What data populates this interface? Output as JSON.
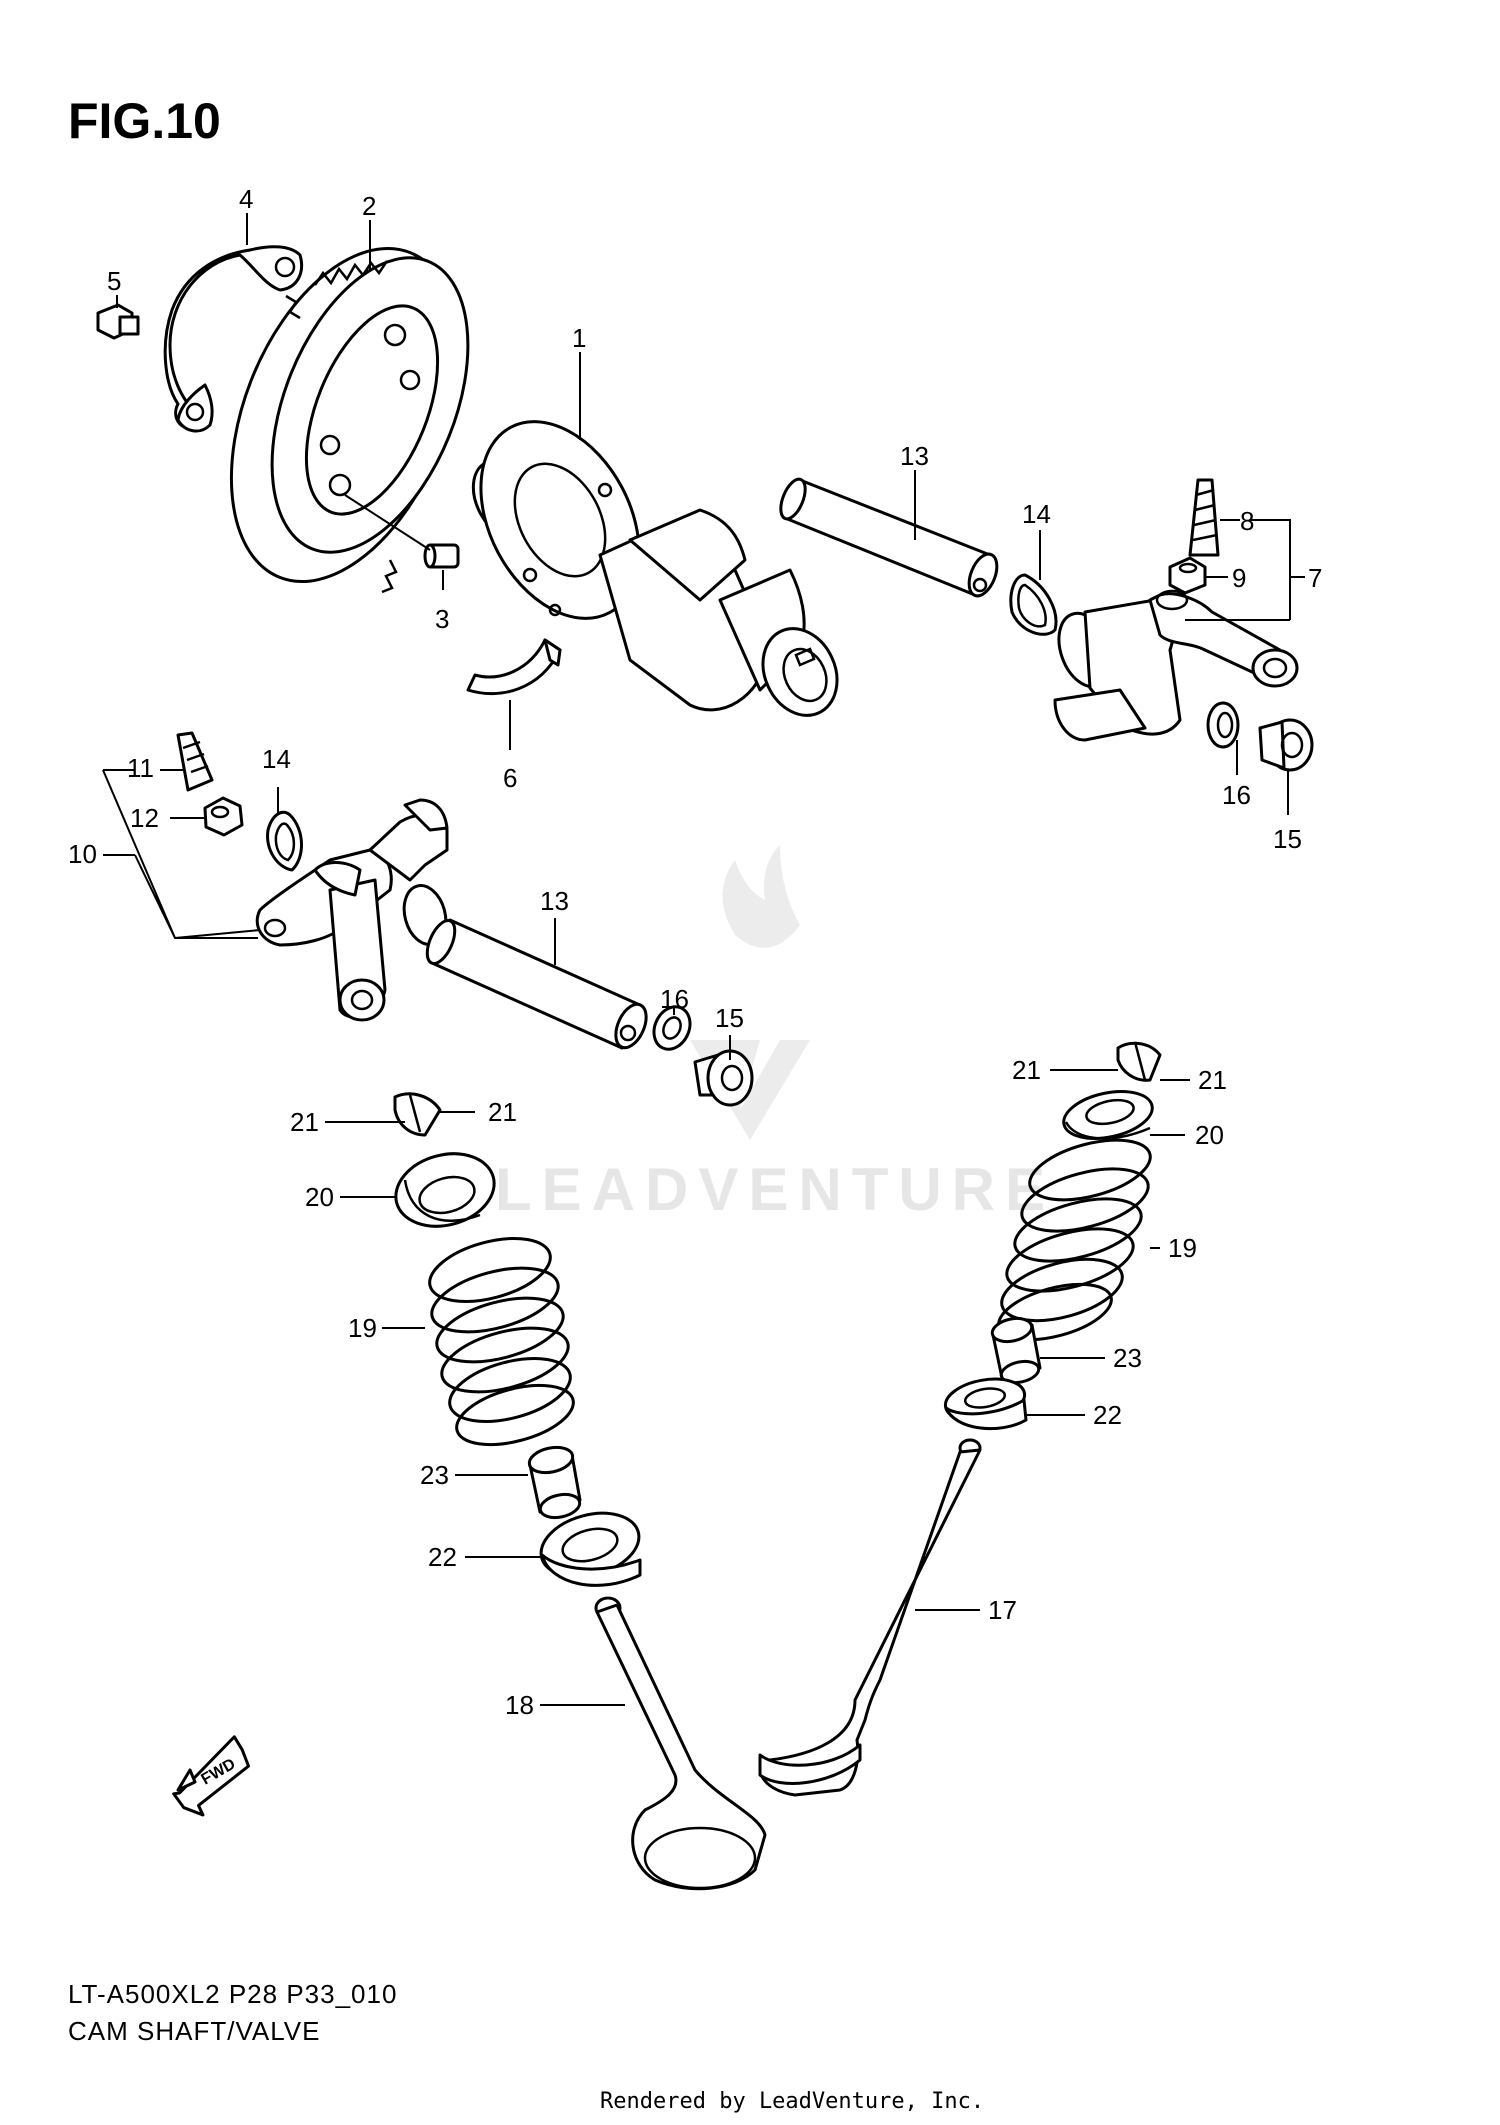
{
  "figure": {
    "title": "FIG.10",
    "model_code": "LT-A500XL2 P28 P33_010",
    "section_name": "CAM SHAFT/VALVE",
    "render_credit": "Rendered by LeadVenture, Inc.",
    "watermark": "LEADVENTURE",
    "fwd_label": "FWD"
  },
  "callouts": {
    "c1": "1",
    "c2": "2",
    "c3": "3",
    "c4": "4",
    "c5": "5",
    "c6": "6",
    "c7": "7",
    "c8": "8",
    "c9": "9",
    "c13a": "13",
    "c14a": "14",
    "c16a": "16",
    "c15a": "15",
    "c11": "11",
    "c12": "12",
    "c10": "10",
    "c14b": "14",
    "c13b": "13",
    "c16b": "16",
    "c15b": "15",
    "c21a": "21",
    "c21b": "21",
    "c20a": "20",
    "c19a": "19",
    "c23a": "23",
    "c22a": "22",
    "c18": "18",
    "c21c": "21",
    "c21d": "21",
    "c20b": "20",
    "c19b": "19",
    "c23b": "23",
    "c22b": "22",
    "c17": "17"
  }
}
